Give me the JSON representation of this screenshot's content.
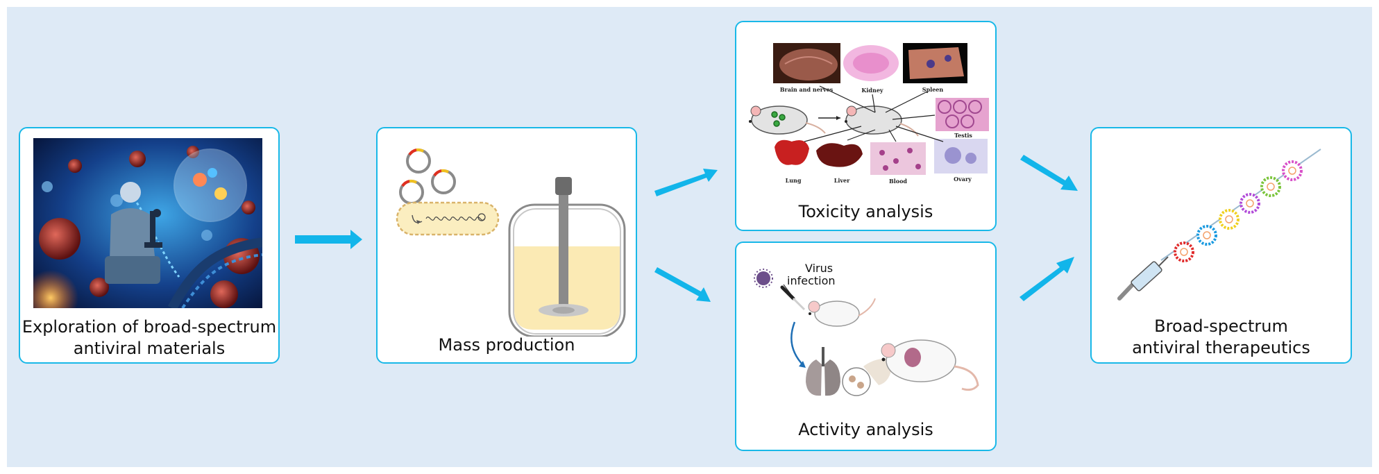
{
  "steps": {
    "exploration": {
      "line1": "Exploration of broad-spectrum",
      "line2": "antiviral materials"
    },
    "mass_production": {
      "label": "Mass production"
    },
    "toxicity": {
      "label": "Toxicity analysis",
      "organs": {
        "brain": "Brain and nerves",
        "kidney": "Kidney",
        "spleen": "Spleen",
        "testis": "Testis",
        "lung": "Lung",
        "liver": "Liver",
        "blood": "Blood",
        "ovary": "Ovary"
      }
    },
    "activity": {
      "label": "Activity analysis",
      "virus_line1": "Virus",
      "virus_line2": "infection"
    },
    "therapeutics": {
      "line1": "Broad-spectrum",
      "line2": "antiviral therapeutics"
    }
  },
  "colors": {
    "border": "#18b8e8",
    "arrow": "#12b5ea",
    "background": "#deeaf6"
  }
}
